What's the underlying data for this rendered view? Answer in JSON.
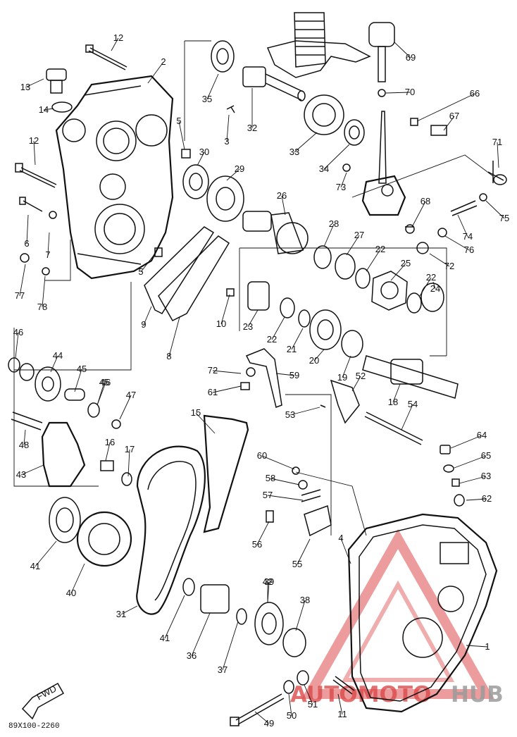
{
  "diagram": {
    "drawing_code": "89X100-2260",
    "fwd_label": "FWD",
    "watermark": {
      "text_left": "AUTOMOTO",
      "text_right": "HUB",
      "color_red": "#d62b2b",
      "color_gray": "#8a8a8a"
    },
    "callouts": [
      "1",
      "2",
      "3",
      "4",
      "5",
      "5",
      "6",
      "7",
      "8",
      "9",
      "10",
      "11",
      "12",
      "12",
      "13",
      "14",
      "15",
      "16",
      "17",
      "18",
      "19",
      "20",
      "21",
      "22",
      "22",
      "22",
      "23",
      "24",
      "25",
      "26",
      "27",
      "28",
      "29",
      "30",
      "31",
      "32",
      "33",
      "34",
      "35",
      "36",
      "37",
      "38",
      "39",
      "40",
      "41",
      "41",
      "42",
      "43",
      "44",
      "45",
      "45",
      "46",
      "46",
      "47",
      "48",
      "49",
      "50",
      "51",
      "52",
      "53",
      "54",
      "55",
      "56",
      "57",
      "58",
      "59",
      "60",
      "61",
      "62",
      "63",
      "64",
      "65",
      "66",
      "67",
      "68",
      "69",
      "70",
      "71",
      "72",
      "72",
      "73",
      "74",
      "75",
      "76",
      "77",
      "78"
    ]
  }
}
